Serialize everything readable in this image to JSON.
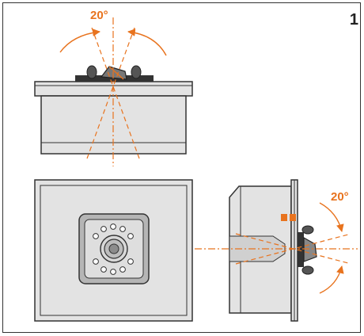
{
  "figure": {
    "number": "1",
    "angle_top": "20°",
    "angle_side": "20°"
  },
  "colors": {
    "accent": "#e8731e",
    "outline": "#333333",
    "housing_fill": "#e3e3e3",
    "housing_dark": "#9a9a9a"
  }
}
